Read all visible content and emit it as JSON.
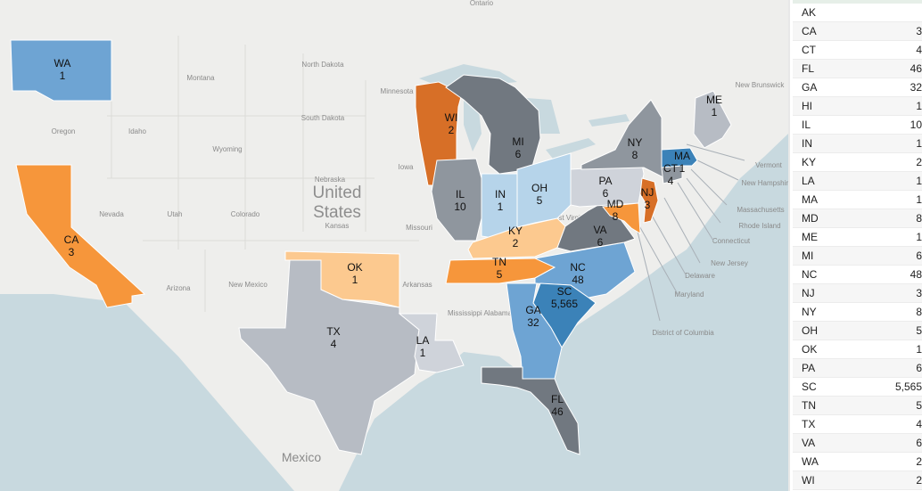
{
  "colors": {
    "ocean": "#c8d9df",
    "land": "#eeeeec",
    "dark_orange": "#d76f27",
    "orange": "#f6963b",
    "light_orange": "#fcc98f",
    "dark_blue": "#3b82b8",
    "blue": "#6ea4d3",
    "light_blue": "#b6d4ea",
    "gray_dark": "#717880",
    "gray": "#8f969e",
    "gray_light": "#b7bcc4",
    "gray_pale": "#cfd3da"
  },
  "map": {
    "country_labels": {
      "us_line1": "United",
      "us_line2": "States",
      "mexico": "Mexico",
      "canada": "Ontario"
    },
    "geo_labels": [
      {
        "text": "Montana"
      },
      {
        "text": "North Dakota"
      },
      {
        "text": "South Dakota"
      },
      {
        "text": "Minnesota"
      },
      {
        "text": "Oregon"
      },
      {
        "text": "Idaho"
      },
      {
        "text": "Wyoming"
      },
      {
        "text": "Nebraska"
      },
      {
        "text": "Iowa"
      },
      {
        "text": "Nevada"
      },
      {
        "text": "Utah"
      },
      {
        "text": "Colorado"
      },
      {
        "text": "Kansas"
      },
      {
        "text": "Missouri"
      },
      {
        "text": "Arizona"
      },
      {
        "text": "New Mexico"
      },
      {
        "text": "Arkansas"
      },
      {
        "text": "Mississippi Alabama"
      },
      {
        "text": "West Virginia"
      },
      {
        "text": "New Brunswick"
      },
      {
        "text": "Vermont"
      },
      {
        "text": "New Hampshire"
      },
      {
        "text": "Massachusetts"
      },
      {
        "text": "Rhode Island"
      },
      {
        "text": "Connecticut"
      },
      {
        "text": "New Jersey"
      },
      {
        "text": "Delaware"
      },
      {
        "text": "Maryland"
      },
      {
        "text": "District of Columbia"
      }
    ],
    "states": [
      {
        "code": "WA",
        "value": "1",
        "color": "#6ea4d3"
      },
      {
        "code": "CA",
        "value": "3",
        "color": "#f6963b"
      },
      {
        "code": "OK",
        "value": "1",
        "color": "#fcc98f"
      },
      {
        "code": "TX",
        "value": "4",
        "color": "#b7bcc4"
      },
      {
        "code": "LA",
        "value": "1",
        "color": "#cfd3da"
      },
      {
        "code": "WI",
        "value": "2",
        "color": "#d76f27"
      },
      {
        "code": "MI",
        "value": "6",
        "color": "#717880"
      },
      {
        "code": "IL",
        "value": "10",
        "color": "#8f969e"
      },
      {
        "code": "IN",
        "value": "1",
        "color": "#b6d4ea"
      },
      {
        "code": "OH",
        "value": "5",
        "color": "#b6d4ea"
      },
      {
        "code": "KY",
        "value": "2",
        "color": "#fcc98f"
      },
      {
        "code": "TN",
        "value": "5",
        "color": "#f6963b"
      },
      {
        "code": "NC",
        "value": "48",
        "color": "#6ea4d3"
      },
      {
        "code": "SC",
        "value": "5,565",
        "color": "#3b82b8"
      },
      {
        "code": "GA",
        "value": "32",
        "color": "#6ea4d3"
      },
      {
        "code": "FL",
        "value": "46",
        "color": "#717880"
      },
      {
        "code": "VA",
        "value": "6",
        "color": "#717880"
      },
      {
        "code": "PA",
        "value": "6",
        "color": "#cfd3da"
      },
      {
        "code": "NY",
        "value": "8",
        "color": "#8f969e"
      },
      {
        "code": "MD",
        "value": "8",
        "color": "#f6963b"
      },
      {
        "code": "NJ",
        "value": "3",
        "color": "#d76f27"
      },
      {
        "code": "CT",
        "value": "4",
        "color": "#8f969e"
      },
      {
        "code": "MA",
        "value": "1",
        "color": "#3b82b8"
      },
      {
        "code": "ME",
        "value": "1",
        "color": "#b7bcc4"
      }
    ]
  },
  "table": {
    "rows": [
      {
        "code": "AK",
        "value": ""
      },
      {
        "code": "CA",
        "value": "3"
      },
      {
        "code": "CT",
        "value": "4"
      },
      {
        "code": "FL",
        "value": "46"
      },
      {
        "code": "GA",
        "value": "32"
      },
      {
        "code": "HI",
        "value": "1"
      },
      {
        "code": "IL",
        "value": "10"
      },
      {
        "code": "IN",
        "value": "1"
      },
      {
        "code": "KY",
        "value": "2"
      },
      {
        "code": "LA",
        "value": "1"
      },
      {
        "code": "MA",
        "value": "1"
      },
      {
        "code": "MD",
        "value": "8"
      },
      {
        "code": "ME",
        "value": "1"
      },
      {
        "code": "MI",
        "value": "6"
      },
      {
        "code": "NC",
        "value": "48"
      },
      {
        "code": "NJ",
        "value": "3"
      },
      {
        "code": "NY",
        "value": "8"
      },
      {
        "code": "OH",
        "value": "5"
      },
      {
        "code": "OK",
        "value": "1"
      },
      {
        "code": "PA",
        "value": "6"
      },
      {
        "code": "SC",
        "value": "5,565"
      },
      {
        "code": "TN",
        "value": "5"
      },
      {
        "code": "TX",
        "value": "4"
      },
      {
        "code": "VA",
        "value": "6"
      },
      {
        "code": "WA",
        "value": "2"
      },
      {
        "code": "WI",
        "value": "2"
      }
    ]
  }
}
